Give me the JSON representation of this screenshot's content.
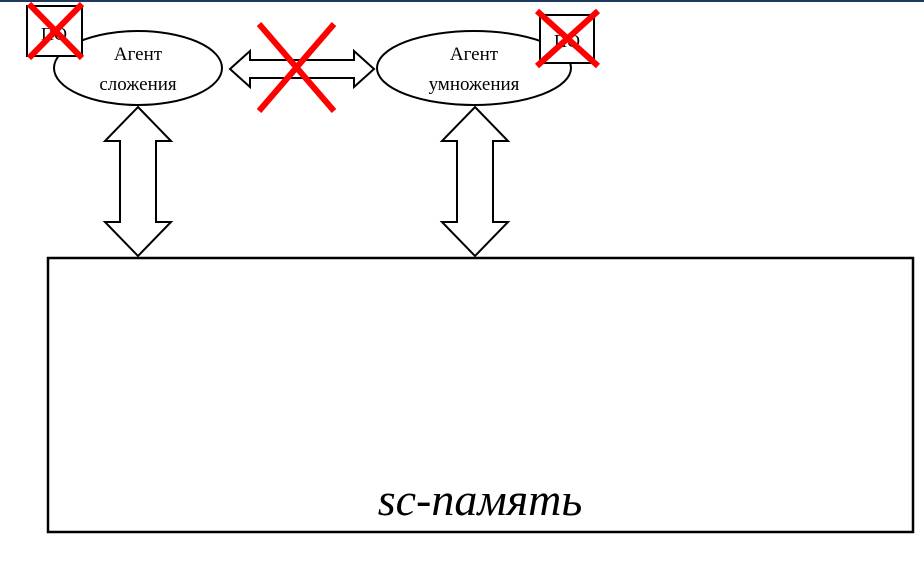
{
  "agents": {
    "addition": {
      "line1": "Агент",
      "line2": "сложения",
      "badge": "ПО"
    },
    "multiplication": {
      "line1": "Агент",
      "line2": "умножения",
      "badge": "ПО"
    }
  },
  "memory": {
    "label": "sc-память"
  },
  "colors": {
    "stroke": "#000000",
    "cross": "#ff0000",
    "background": "#ffffff",
    "top_line": "#1f3a5f"
  }
}
